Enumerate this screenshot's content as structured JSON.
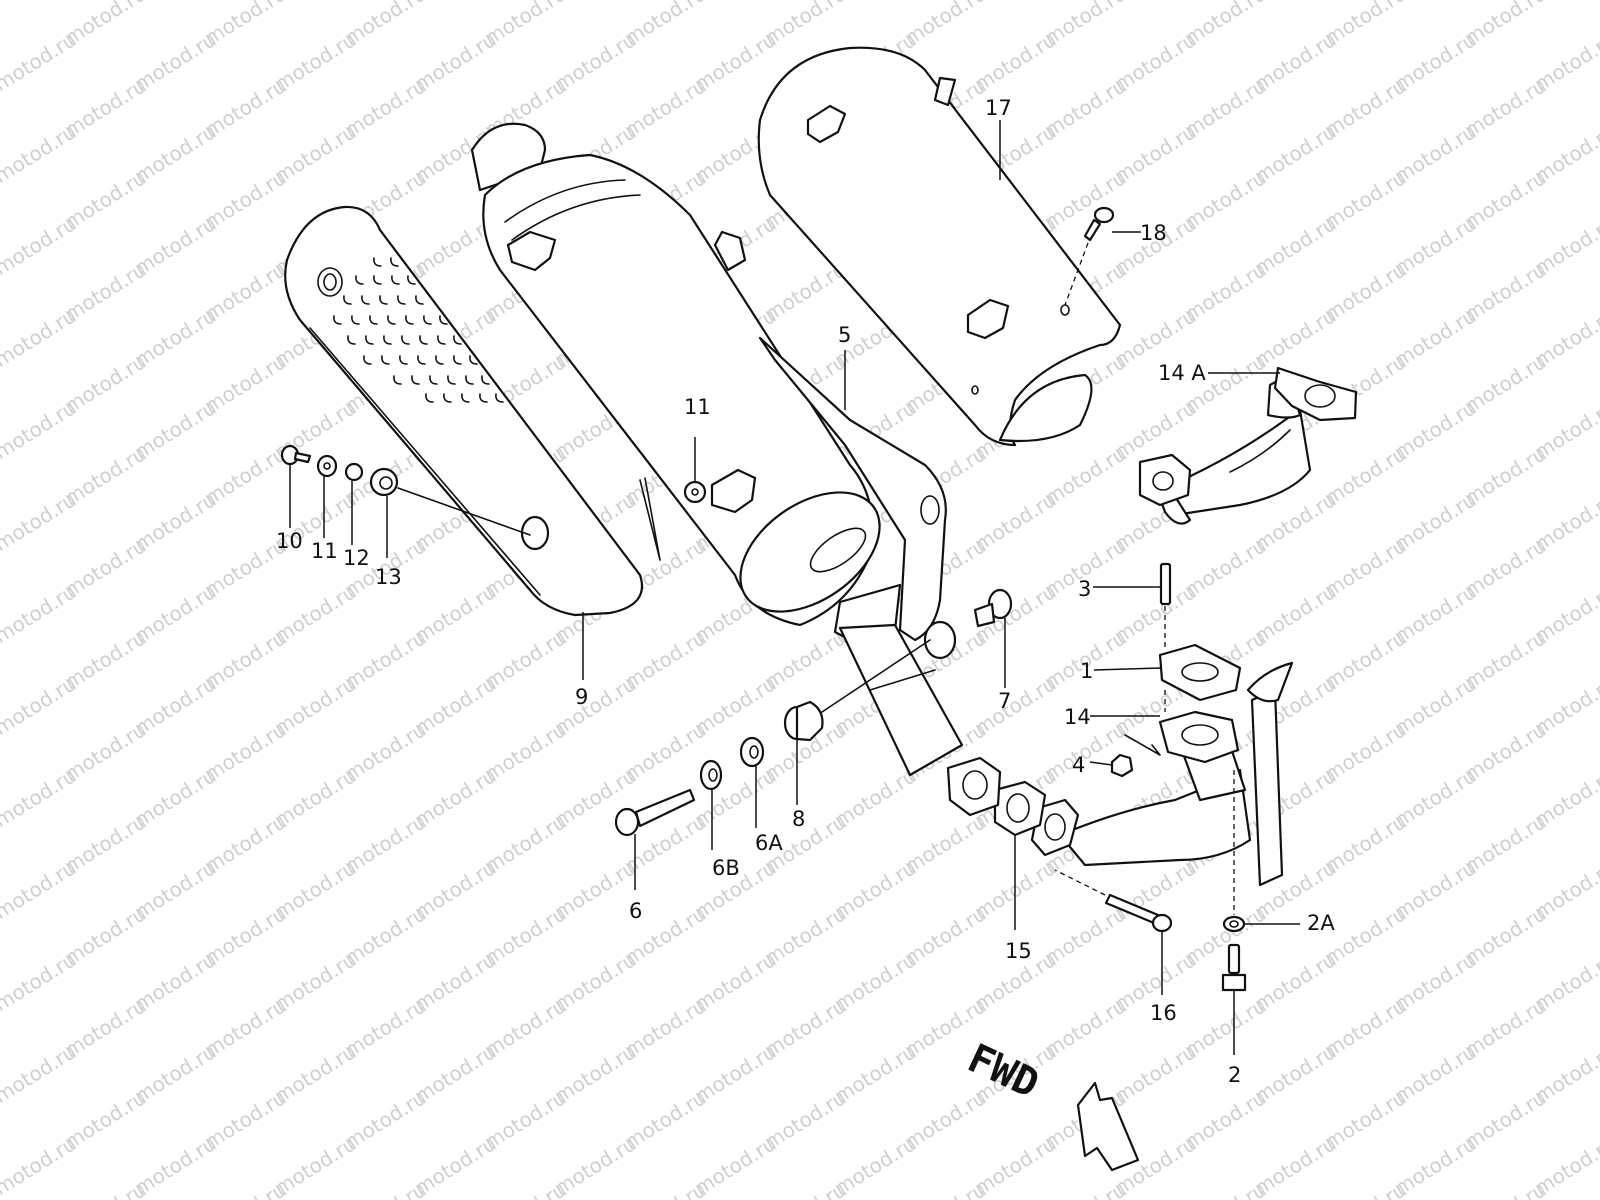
{
  "watermark": "motod.ru",
  "colors": {
    "line": "#111111",
    "background": "#ffffff",
    "watermark": "#cfcfcf"
  },
  "callouts": {
    "c1": "1",
    "c2": "2",
    "c2a": "2A",
    "c3": "3",
    "c4": "4",
    "c5": "5",
    "c6": "6",
    "c6a": "6A",
    "c6b": "6B",
    "c7": "7",
    "c8": "8",
    "c9": "9",
    "c10": "10",
    "c11a": "11",
    "c11b": "11",
    "c12": "12",
    "c13": "13",
    "c14": "14",
    "c14a": "14 A",
    "c15": "15",
    "c16": "16",
    "c17": "17",
    "c18": "18"
  },
  "direction": {
    "label": "FWD",
    "icon": "forward-arrow-icon"
  }
}
